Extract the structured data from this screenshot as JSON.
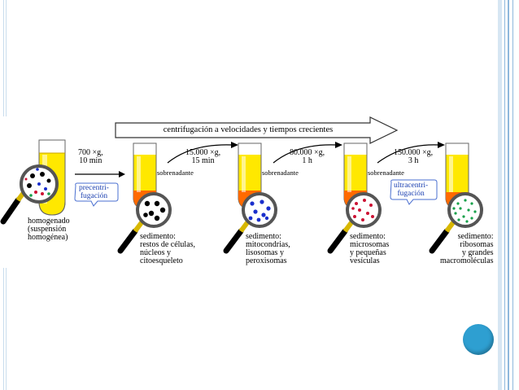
{
  "banner": {
    "label": "centrifugación a velocidades y tiempos crecientes"
  },
  "homogenate": {
    "line1": "homogenado",
    "line2": "(suspensión",
    "line3": "homogénea)"
  },
  "steps": [
    {
      "speed": "700 ×g,",
      "time": "10 min"
    },
    {
      "speed": "15.000 ×g,",
      "time": "15 min"
    },
    {
      "speed": "80.000 ×g,",
      "time": "1 h"
    },
    {
      "speed": "150.000 ×g,",
      "time": "3 h"
    }
  ],
  "callouts": {
    "pre": {
      "line1": "precentri-",
      "line2": "fugación"
    },
    "ultra": {
      "line1": "ultracentri-",
      "line2": "fugación"
    }
  },
  "supernatant": "sobrenadante",
  "sediments": [
    {
      "line1": "sedimento:",
      "line2": "restos de células,",
      "line3": "núcleos y",
      "line4": "citoesqueleto"
    },
    {
      "line1": "sedimento:",
      "line2": "mitocondrias,",
      "line3": "lisosomas y",
      "line4": "peroxisomas"
    },
    {
      "line1": "sedimento:",
      "line2": "microsomas",
      "line3": "y pequeñas",
      "line4": "vesículas"
    },
    {
      "line1": "sedimento:",
      "line2": "ribosomas",
      "line3": "y grandes",
      "line4": "macromoléculas"
    }
  ],
  "colors": {
    "supernatant": "#ffe800",
    "pellet": "#ff6a00",
    "particles_nuclei": "#000000",
    "particles_mito": "#1a2fcc",
    "particles_micro": "#cc1133",
    "particles_ribo": "#16a04a",
    "callout_text": "#1a3fb0",
    "slide_accent": "#8eb8dc",
    "nav_button": "#2e9fd1"
  }
}
